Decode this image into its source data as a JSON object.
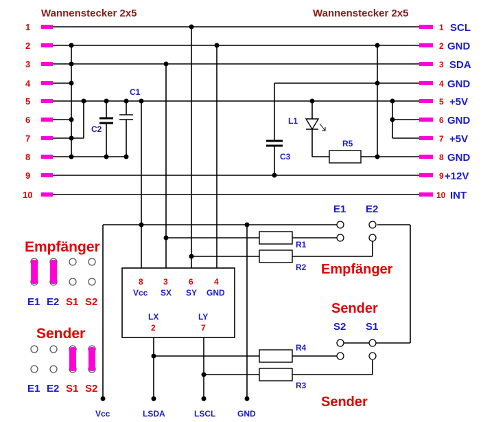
{
  "connectors": {
    "left_title": "Wannenstecker 2x5",
    "right_title": "Wannenstecker 2x5",
    "left_pins": [
      "1",
      "2",
      "3",
      "4",
      "5",
      "6",
      "7",
      "8",
      "9",
      "10"
    ],
    "right_pins": [
      "1",
      "2",
      "3",
      "4",
      "5",
      "6",
      "7",
      "8",
      "9",
      "10"
    ],
    "right_signals": [
      "SCL",
      "GND",
      "SDA",
      "GND",
      "+5V",
      "GND",
      "+5V",
      "GND",
      "+12V",
      "INT"
    ]
  },
  "components": {
    "c1": "C1",
    "c2": "C2",
    "c3": "C3",
    "l1": "L1",
    "r5": "R5",
    "r1": "R1",
    "r2": "R2",
    "r3": "R3",
    "r4": "R4"
  },
  "ic": {
    "pins_top": [
      {
        "num": "8",
        "name": "Vcc"
      },
      {
        "num": "3",
        "name": "SX"
      },
      {
        "num": "6",
        "name": "SY"
      },
      {
        "num": "4",
        "name": "GND"
      }
    ],
    "pins_bottom": [
      {
        "num": "2",
        "name": "LX"
      },
      {
        "num": "7",
        "name": "LY"
      }
    ]
  },
  "jumpers": {
    "e1": "E1",
    "e2": "E2",
    "s1": "S1",
    "s2": "S2",
    "empfaenger_label": "Empfänger",
    "sender_label": "Sender"
  },
  "legend": {
    "empfaenger_title": "Empfänger",
    "sender_title": "Sender",
    "labels": [
      "E1",
      "E2",
      "S1",
      "S2"
    ]
  },
  "bottom_labels": [
    "Vcc",
    "LSDA",
    "LSCL",
    "GND"
  ],
  "colors": {
    "pin": "#ff00d8",
    "red": "#e30000",
    "blue": "#1c1cc8"
  }
}
